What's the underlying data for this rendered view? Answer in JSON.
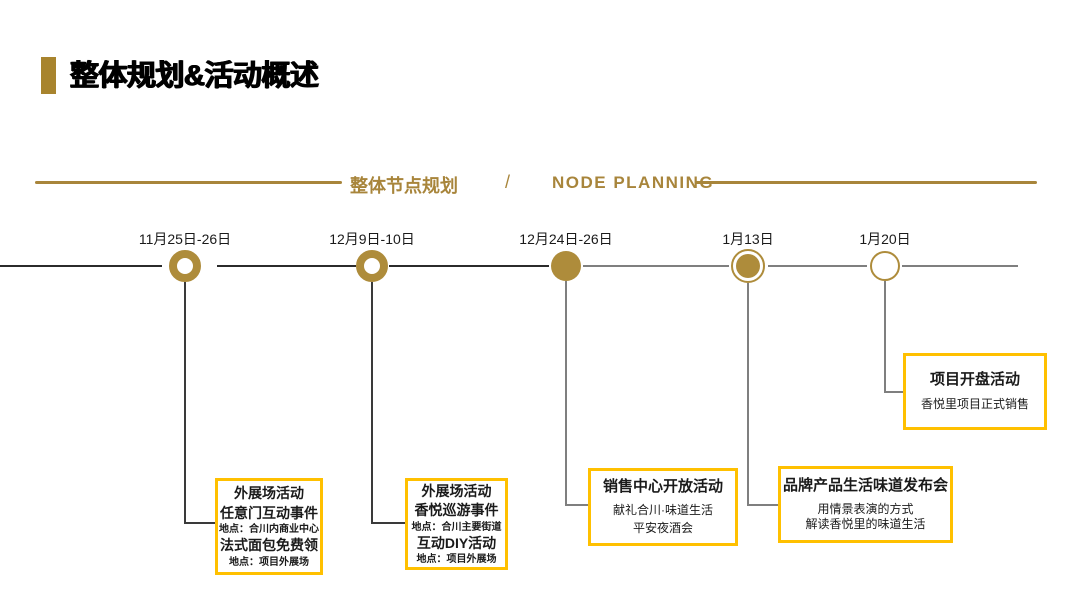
{
  "header": {
    "title": "整体规划&活动概述"
  },
  "divider": {
    "title_cn": "整体节点规划",
    "slash": "/",
    "title_en": "NODE PLANNING"
  },
  "colors": {
    "gold": "#a8853b",
    "node_gold": "#ae8c3b",
    "box_border": "#ffc000",
    "dark_line": "#2b2b2b",
    "gray_line": "#7f7f7f"
  },
  "timeline": {
    "nodes": [
      {
        "date": "11月25日-26日",
        "style": "ring"
      },
      {
        "date": "12月9日-10日",
        "style": "ring"
      },
      {
        "date": "12月24日-26日",
        "style": "solid"
      },
      {
        "date": "1月13日",
        "style": "solid-ring"
      },
      {
        "date": "1月20日",
        "style": "outline"
      }
    ]
  },
  "events": [
    {
      "title": "外展场活动",
      "line2": "任意门互动事件",
      "line3": "地点：合川内商业中心",
      "line4": "法式面包免费领",
      "line5": "地点：项目外展场"
    },
    {
      "title": "外展场活动",
      "line2": "香悦巡游事件",
      "line3": "地点：合川主要街道",
      "line4": "互动DIY活动",
      "line5": "地点：项目外展场"
    },
    {
      "title": "销售中心开放活动",
      "line2": "献礼合川·味道生活",
      "line3": "平安夜酒会"
    },
    {
      "title": "品牌产品生活味道发布会",
      "line2": "用情景表演的方式",
      "line3": "解读香悦里的味道生活"
    },
    {
      "title": "项目开盘活动",
      "line2": "香悦里项目正式销售"
    }
  ]
}
